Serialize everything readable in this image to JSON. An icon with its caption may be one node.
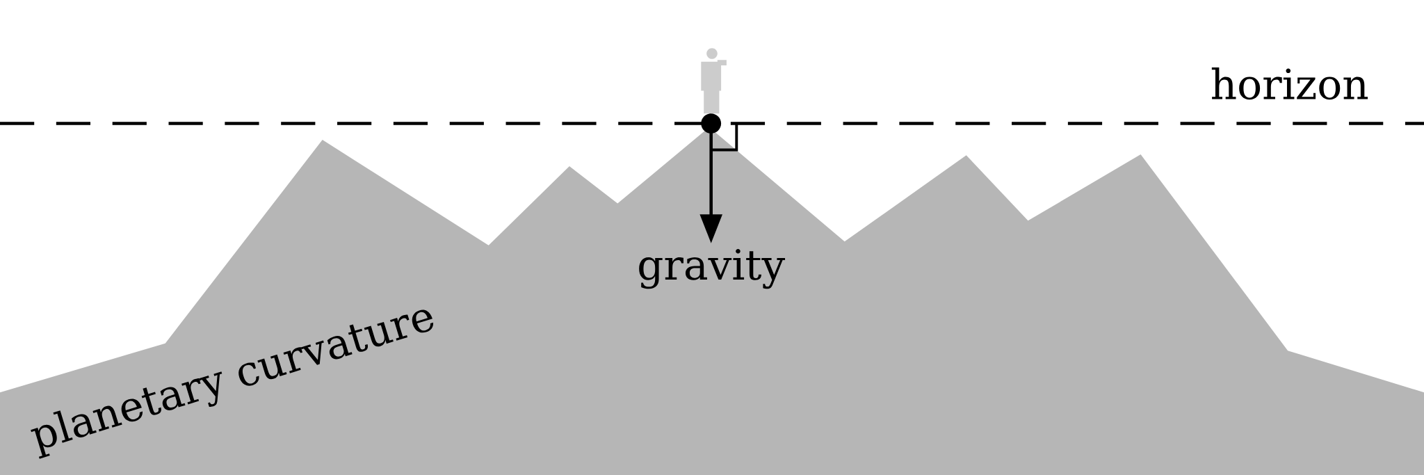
{
  "diagram": {
    "labels": [
      "horizon",
      "gravity",
      "planetary curvature"
    ]
  }
}
